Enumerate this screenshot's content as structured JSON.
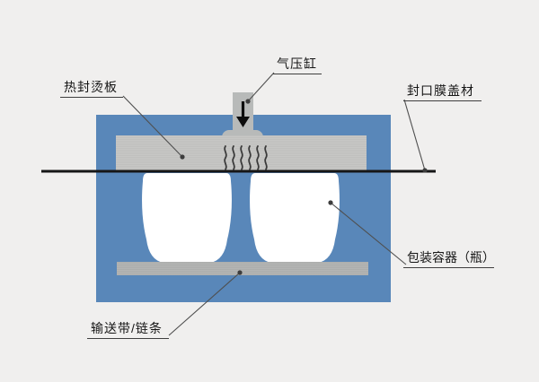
{
  "diagram": {
    "labels": {
      "pneumatic_cylinder": "气压缸",
      "heat_seal_plate": "热封烫板",
      "sealing_film": "封口膜盖材",
      "container": "包装容器（瓶）",
      "conveyor": "输送带/链条"
    },
    "icons": {
      "down_arrow": "down-arrow-icon",
      "heat_waves": "heat-waves-icon",
      "callout_dot": "callout-dot-icon"
    },
    "colors": {
      "background": "#f0efee",
      "machine_blue": "#5987b9",
      "plate_gray": "#c5c5c3",
      "belt_gray": "#b2b3b2",
      "cylinder_gray": "#b8bab9",
      "bottle_white": "#ffffff",
      "film_line_black": "#161616",
      "leader_line": "#4f4f4f"
    }
  }
}
